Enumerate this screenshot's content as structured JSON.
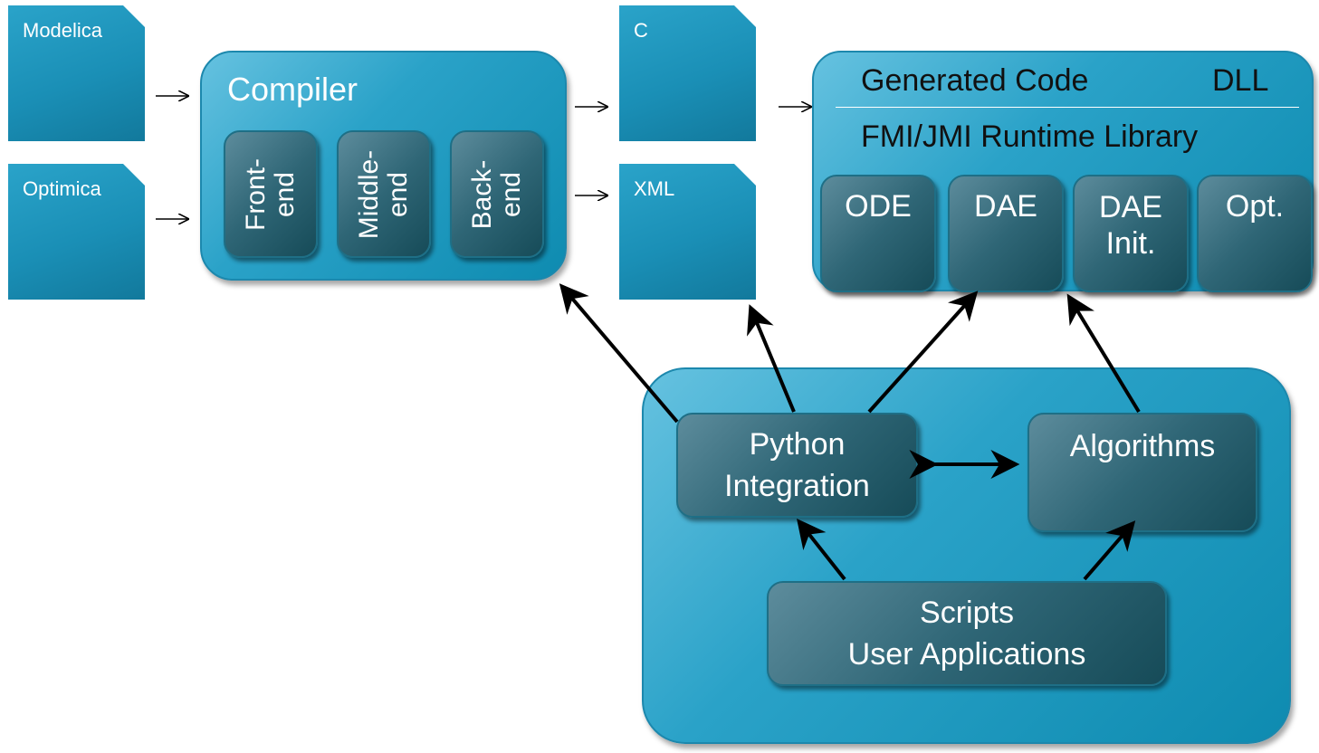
{
  "inputs": {
    "modelica": "Modelica",
    "optimica": "Optimica"
  },
  "compiler": {
    "title": "Compiler",
    "stages": [
      [
        "Front-",
        "end"
      ],
      [
        "Middle-",
        "end"
      ],
      [
        "Back-",
        "end"
      ]
    ]
  },
  "outputs": {
    "c": "C",
    "xml": "XML"
  },
  "dll": {
    "generated_code": "Generated Code",
    "dll_label": "DLL",
    "runtime": "FMI/JMI Runtime Library",
    "modules": [
      [
        "ODE"
      ],
      [
        "DAE"
      ],
      [
        "DAE",
        "Init."
      ],
      [
        "Opt."
      ]
    ]
  },
  "python": {
    "integration": [
      "Python",
      "Integration"
    ],
    "algorithms": "Algorithms",
    "scripts": [
      "Scripts",
      "User Applications"
    ]
  }
}
